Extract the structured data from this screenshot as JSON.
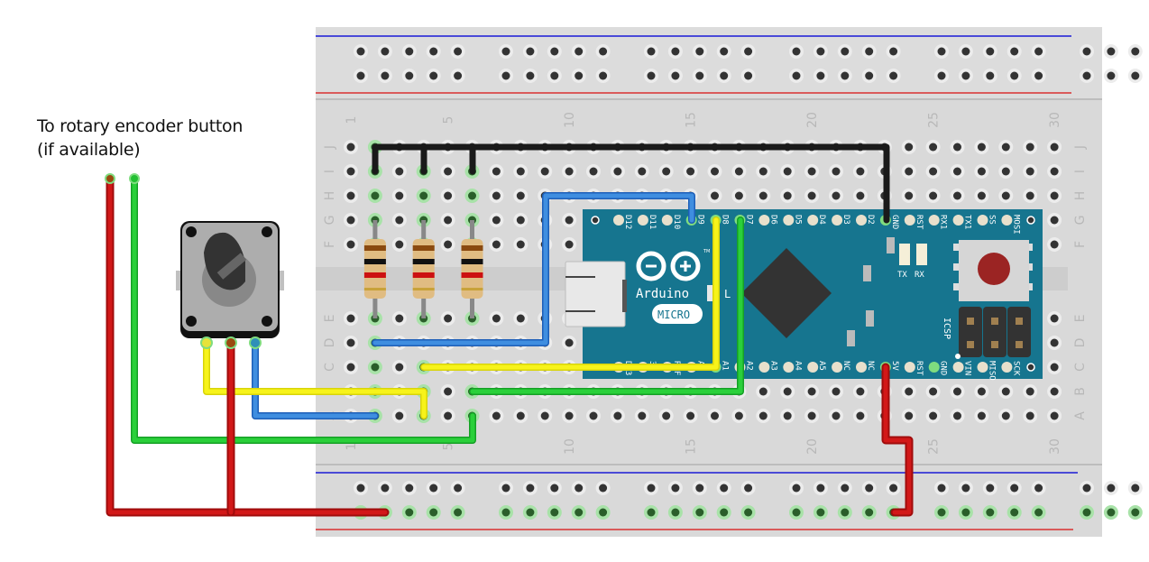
{
  "caption": {
    "line1": "To rotary encoder button",
    "line2": "(if available)"
  },
  "breadboard": {
    "columns": 30,
    "column_labels": [
      "1",
      "5",
      "10",
      "15",
      "20",
      "25",
      "30"
    ],
    "row_labels_top": [
      "J",
      "I",
      "H",
      "G",
      "F"
    ],
    "row_labels_bottom": [
      "E",
      "D",
      "C",
      "B",
      "A"
    ],
    "rail_groups": 6,
    "rail_holes_per_group": 5,
    "colors": {
      "board": "#d9d9d9",
      "hole": "#333333",
      "hole_ring": "#eeeeee",
      "rail_blue": "#1a1ad6",
      "rail_red": "#d93030",
      "highlight": "#7fdc7f"
    }
  },
  "arduino": {
    "name": "Arduino",
    "model": "MICRO",
    "tm": "TM",
    "led_label": "L",
    "tx_label": "TX",
    "rx_label": "RX",
    "icsp_label": "ICSP",
    "top_pins": [
      "D12",
      "D11",
      "D10",
      "D9",
      "D8",
      "D7",
      "D6",
      "D5",
      "D4",
      "D3",
      "D2",
      "GND",
      "RST",
      "RX1",
      "TX1",
      "SS",
      "MOSI"
    ],
    "bottom_pins": [
      "D13",
      "3V",
      "REF",
      "A0",
      "A1",
      "A2",
      "A3",
      "A4",
      "A5",
      "NC",
      "NC",
      "5V",
      "RST",
      "GND",
      "VIN",
      "MISO",
      "SCK"
    ],
    "colors": {
      "board": "#16758f",
      "chip": "#333333",
      "button": "#9b2423"
    }
  },
  "components": {
    "encoder": "rotary-encoder",
    "resistors": [
      {
        "bands": [
          "#8a4a10",
          "#111111",
          "#cc1111",
          "#c8a23a"
        ]
      },
      {
        "bands": [
          "#8a4a10",
          "#111111",
          "#cc1111",
          "#c8a23a"
        ]
      },
      {
        "bands": [
          "#8a4a10",
          "#111111",
          "#cc1111",
          "#c8a23a"
        ]
      }
    ]
  },
  "wires": [
    {
      "name": "gnd-black",
      "color": "#1a1a1a"
    },
    {
      "name": "d9-blue",
      "color": "#2f7fd8"
    },
    {
      "name": "a1-yellow",
      "color": "#f2ee10"
    },
    {
      "name": "d8-yellow",
      "color": "#f2ee10"
    },
    {
      "name": "d7-green",
      "color": "#22c032"
    },
    {
      "name": "button-green",
      "color": "#22c032"
    },
    {
      "name": "vcc-red",
      "color": "#c81414"
    },
    {
      "name": "5v-red",
      "color": "#c81414"
    }
  ]
}
